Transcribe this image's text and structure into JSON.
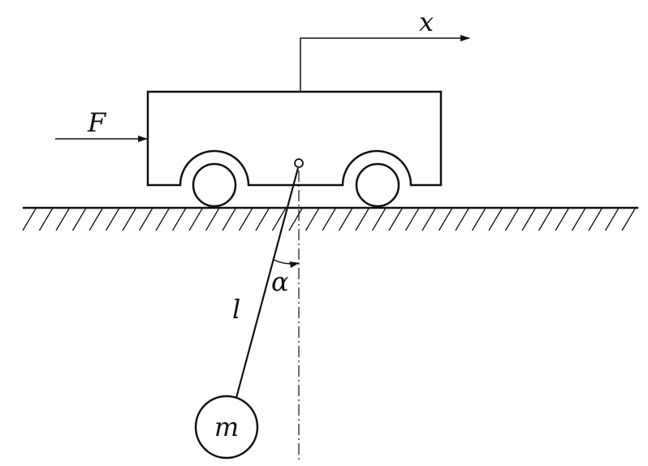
{
  "labels": {
    "x_axis": "x",
    "force": "F",
    "angle": "α",
    "length": "l",
    "mass": "m"
  },
  "colors": {
    "ink": "#111111",
    "background": "#ffffff"
  }
}
